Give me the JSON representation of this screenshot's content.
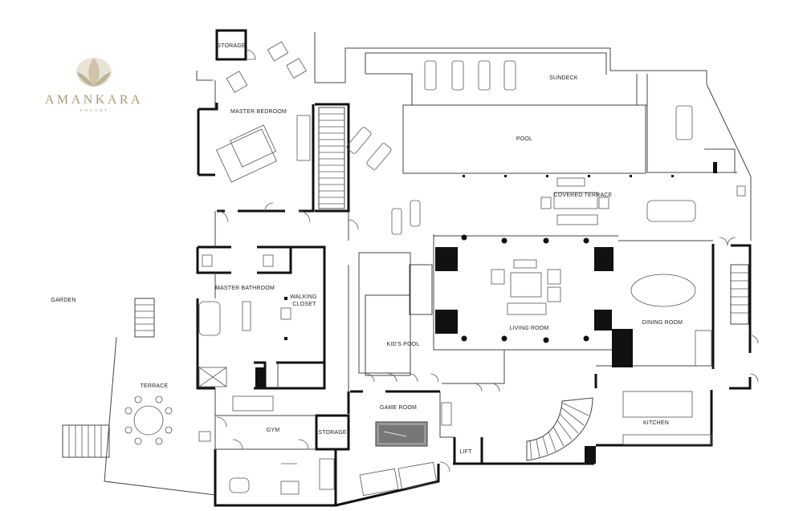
{
  "brand": {
    "name": "AMANKARA",
    "location": "PHUKET"
  },
  "rooms": {
    "storage_top": "STORAGE",
    "master_bedroom": "MASTER BEDROOM",
    "sundeck": "SUNDECK",
    "pool": "POOL",
    "covered_terrace": "COVERED TERRACE",
    "master_bathroom": "MASTER BATHROOM",
    "walking_closet": "WALKING CLOSET",
    "living_room": "LIVING ROOM",
    "dining_room": "DINING ROOM",
    "kids_pool": "KID'S POOL",
    "garden": "GARDEN",
    "terrace": "TERRACE",
    "game_room": "GAME ROOM",
    "gym": "GYM",
    "storage_bottom": "STORAGE",
    "kitchen": "KITCHEN",
    "lift": "LIFT"
  },
  "colors": {
    "brand": "#a89a73",
    "wall": "#111111",
    "line": "#444444"
  }
}
